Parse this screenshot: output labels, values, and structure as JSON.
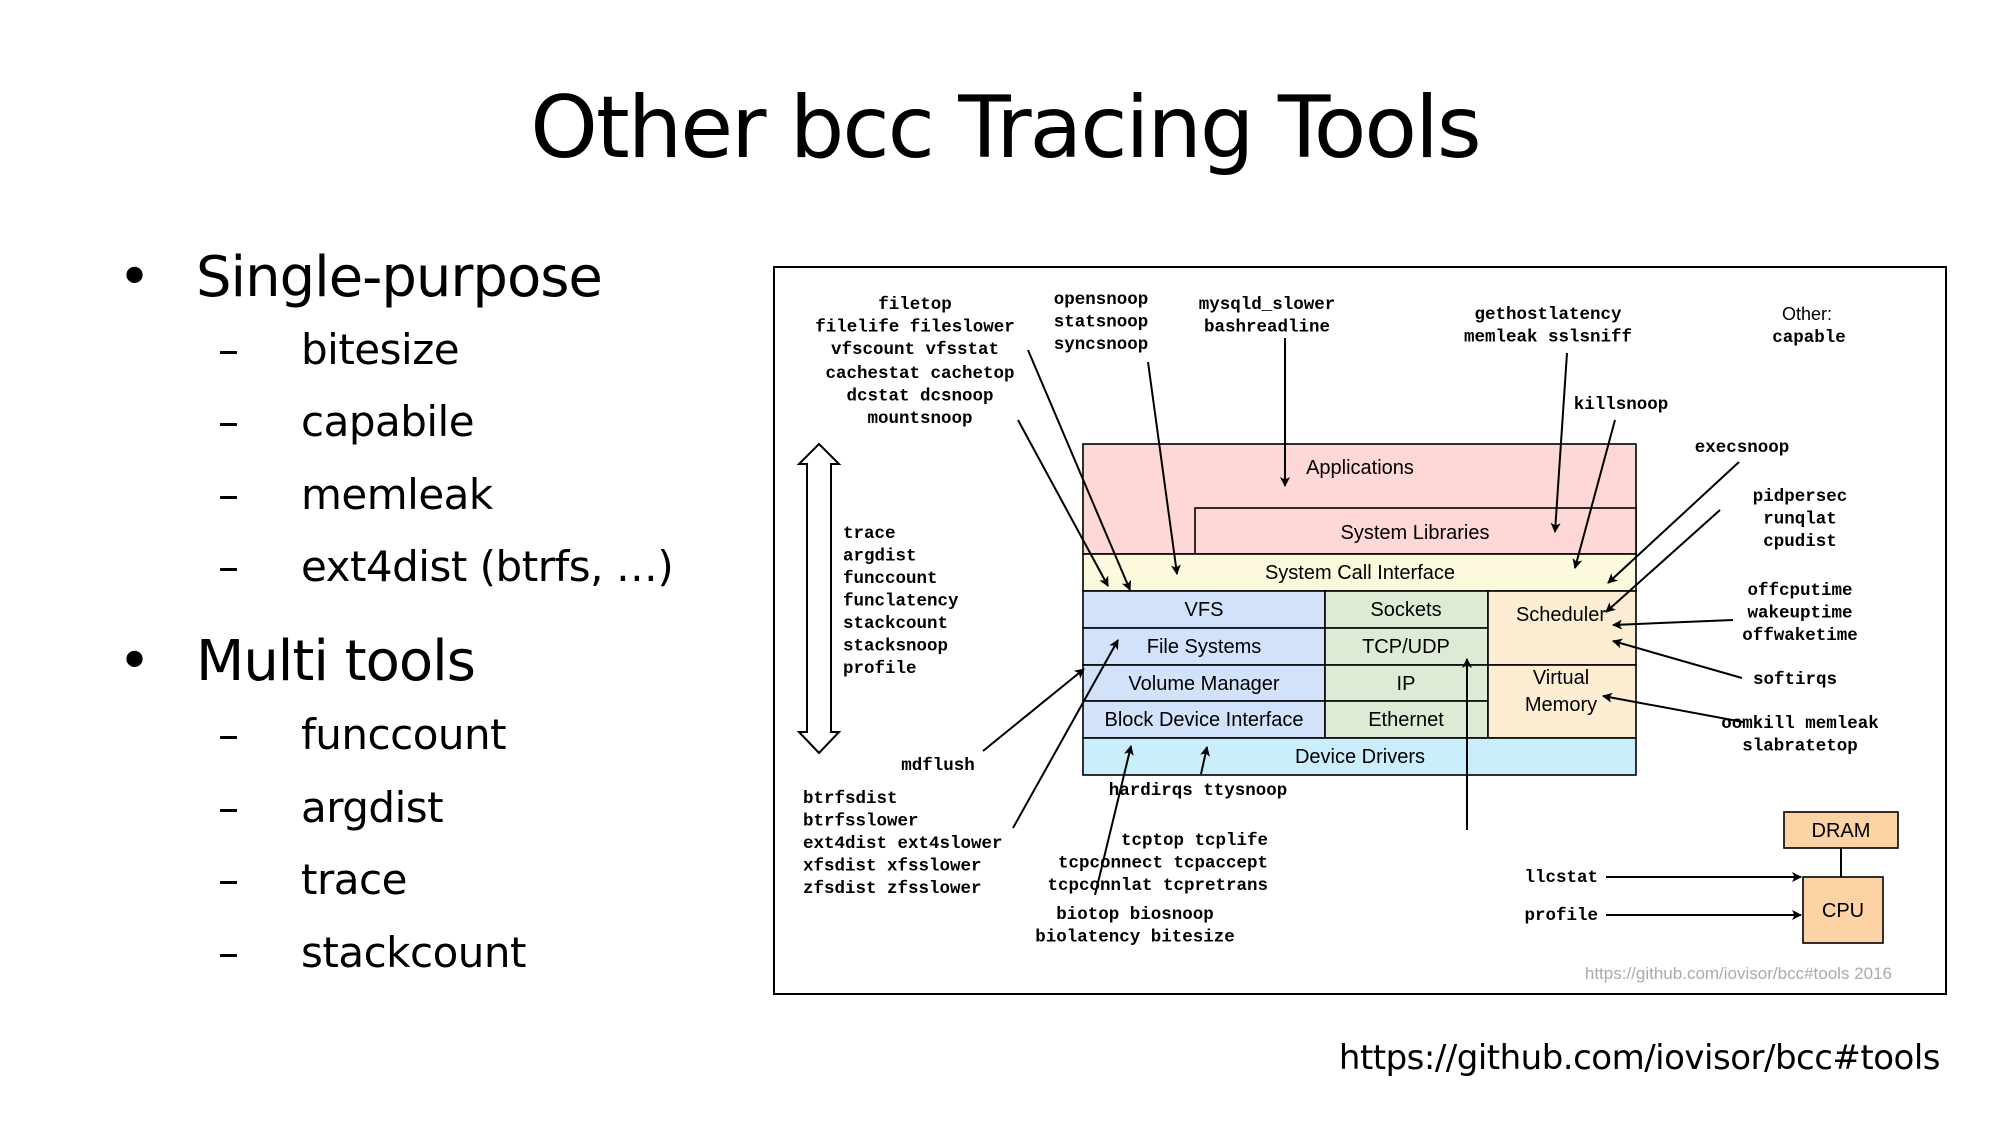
{
  "slide": {
    "title": "Other bcc Tracing Tools",
    "bullets": [
      {
        "label": "Single-purpose",
        "bullet_glyph": "•",
        "items": [
          "bitesize",
          "capabile",
          "memleak",
          "ext4dist (btrfs, …)"
        ]
      },
      {
        "label": "Multi tools",
        "bullet_glyph": "•",
        "items": [
          "funccount",
          "argdist",
          "trace",
          "stackcount"
        ]
      }
    ],
    "sub_bullet_glyph": "–",
    "footer_url": "https://github.com/iovisor/bcc#tools"
  },
  "diagram": {
    "colors": {
      "applications": "#fdd8d6",
      "syscall": "#fdf9dc",
      "storage": "#d3e2fb",
      "network": "#deebd4",
      "sched_vm": "#fdeed3",
      "drivers": "#caeefb",
      "hardware": "#fbd3a4",
      "credit": "#aaaaaa"
    },
    "layers": {
      "applications": "Applications",
      "system_libraries": "System Libraries",
      "system_call_interface": "System Call Interface",
      "vfs": "VFS",
      "file_systems": "File Systems",
      "volume_manager": "Volume Manager",
      "block_device_interface": "Block Device Interface",
      "sockets": "Sockets",
      "tcp_udp": "TCP/UDP",
      "ip": "IP",
      "ethernet": "Ethernet",
      "scheduler": "Scheduler",
      "virtual_memory_l1": "Virtual",
      "virtual_memory_l2": "Memory",
      "device_drivers": "Device Drivers",
      "dram": "DRAM",
      "cpu": "CPU"
    },
    "tool_groups": {
      "file_tools": [
        "filetop",
        "filelife fileslower",
        "vfscount vfsstat"
      ],
      "cache_tools": [
        "cachestat cachetop",
        "dcstat dcsnoop",
        "mountsnoop"
      ],
      "snoop_tools": [
        "opensnoop",
        "statsnoop",
        "syncsnoop"
      ],
      "app_tools": [
        "mysqld_slower",
        "bashreadline"
      ],
      "lib_tools": [
        "gethostlatency",
        "memleak sslsniff"
      ],
      "other_label": "Other:",
      "other_tools": [
        "capable"
      ],
      "killsnoop": [
        "killsnoop"
      ],
      "execsnoop": [
        "execsnoop"
      ],
      "sched_tools": [
        "pidpersec",
        "runqlat",
        "cpudist"
      ],
      "offcpu_tools": [
        "offcputime",
        "wakeuptime",
        "offwaketime"
      ],
      "softirqs": [
        "softirqs"
      ],
      "mem_tools": [
        "oomkill memleak",
        "slabratetop"
      ],
      "multi_tools": [
        "trace",
        "argdist",
        "funccount",
        "funclatency",
        "stackcount",
        "stacksnoop",
        "profile"
      ],
      "mdflush": [
        "mdflush"
      ],
      "fs_tools": [
        "btrfsdist",
        "btrfsslower",
        "ext4dist ext4slower",
        "xfsdist xfsslower",
        "zfsdist zfsslower"
      ],
      "irq_tools": [
        "hardirqs ttysnoop"
      ],
      "tcp_tools": [
        "tcptop tcplife",
        "tcpconnect tcpaccept",
        "tcpconnlat tcpretrans"
      ],
      "bio_tools": [
        "biotop biosnoop",
        "biolatency bitesize"
      ],
      "cpu_tools": [
        "llcstat",
        "profile"
      ]
    },
    "credit": "https://github.com/iovisor/bcc#tools 2016"
  }
}
